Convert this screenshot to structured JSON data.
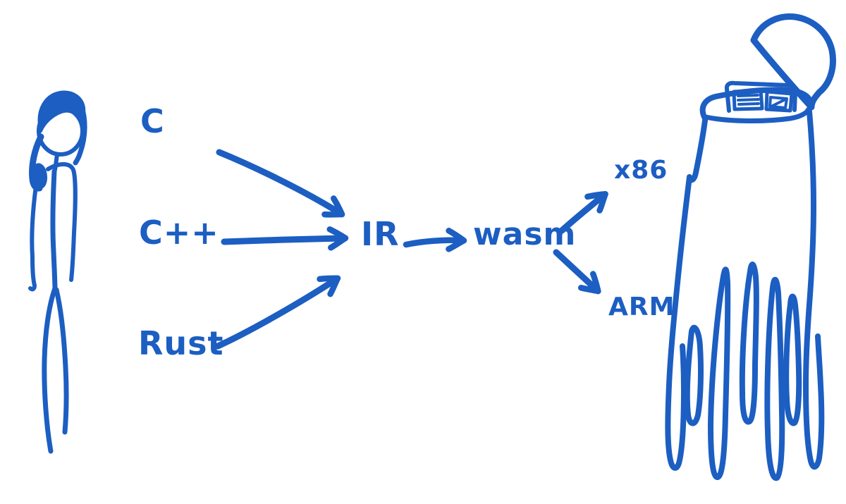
{
  "diagram": {
    "type": "hand-drawn-sketch",
    "background_color": "#ffffff",
    "ink_color": "#1c5ec2",
    "labels": {
      "c": "C",
      "cpp": "C++",
      "rust": "Rust",
      "ir": "IR",
      "wasm": "wasm",
      "x86": "x86",
      "arm": "ARM"
    },
    "edges": [
      {
        "from": "C",
        "to": "IR"
      },
      {
        "from": "C++",
        "to": "IR"
      },
      {
        "from": "Rust",
        "to": "IR"
      },
      {
        "from": "IR",
        "to": "wasm"
      },
      {
        "from": "wasm",
        "to": "x86"
      },
      {
        "from": "wasm",
        "to": "ARM"
      }
    ],
    "figures": [
      {
        "name": "person-figure",
        "description": "stick-figure person with long dark hair standing at the left"
      },
      {
        "name": "trash-can",
        "description": "open trash can with raised lid and papers inside, its bottom dissolving into long hanging shredded strips"
      }
    ]
  }
}
